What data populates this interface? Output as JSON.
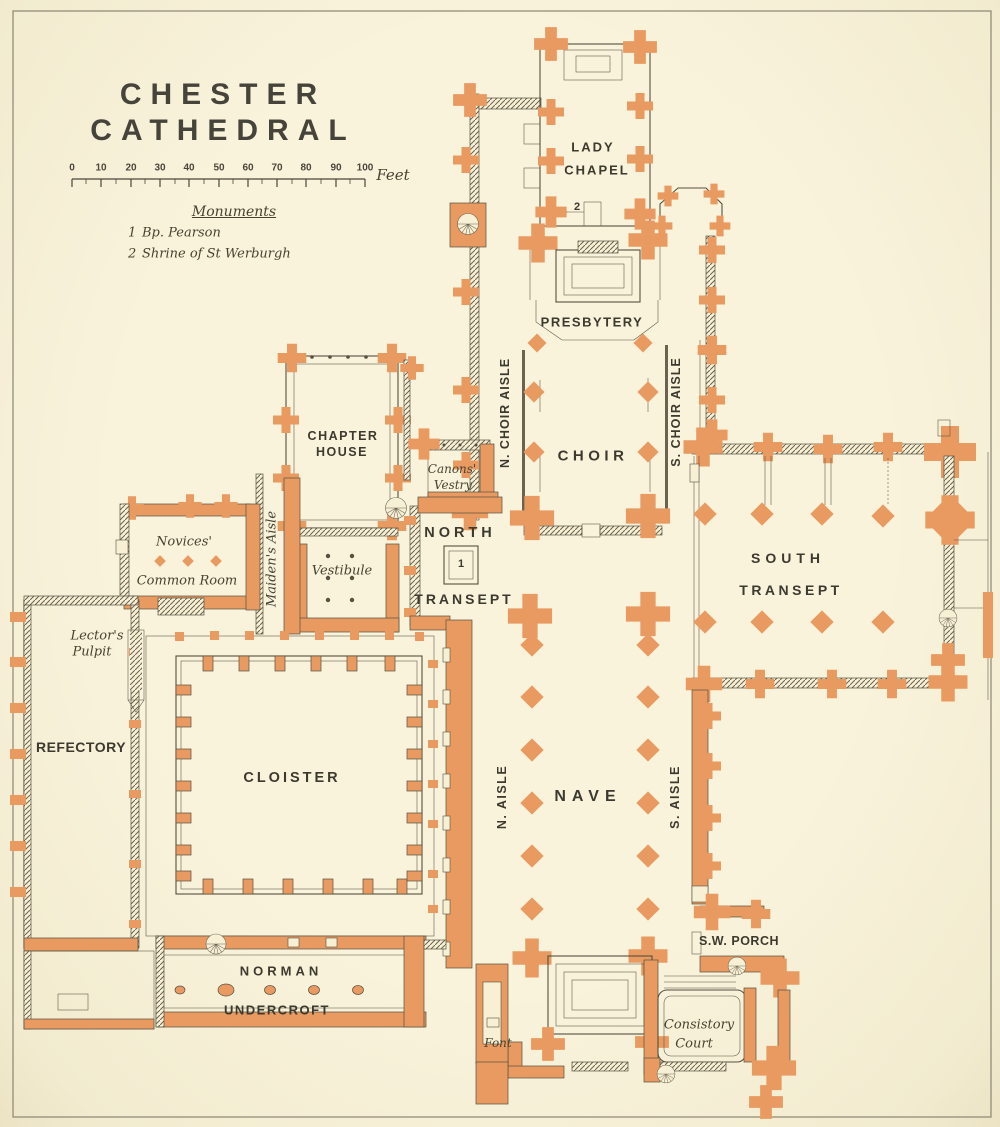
{
  "title": {
    "line1": "CHESTER",
    "line2": "CATHEDRAL"
  },
  "scale_bar": {
    "ticks": [
      "0",
      "10",
      "20",
      "30",
      "40",
      "50",
      "60",
      "70",
      "80",
      "90",
      "100"
    ],
    "unit": "Feet"
  },
  "legend": {
    "heading": "Monuments",
    "items": [
      {
        "num": "1",
        "name": "Bp. Pearson"
      },
      {
        "num": "2",
        "name": "Shrine of St Werburgh"
      }
    ]
  },
  "markers": {
    "monument_1": "1",
    "monument_2": "2"
  },
  "labels": {
    "lady_chapel_1": "LADY",
    "lady_chapel_2": "CHAPEL",
    "presbytery": "PRESBYTERY",
    "choir": "CHOIR",
    "n_choir_aisle": "N. CHOIR AISLE",
    "s_choir_aisle": "S. CHOIR AISLE",
    "canons_vestry_1": "Canons'",
    "canons_vestry_2": "Vestry",
    "chapter_house_1": "CHAPTER",
    "chapter_house_2": "HOUSE",
    "north_transept_1": "NORTH",
    "north_transept_2": "TRANSEPT",
    "maidens_aisle": "Maiden's Aisle",
    "vestibule": "Vestibule",
    "novices_1": "Novices'",
    "novices_2": "Common Room",
    "lectors_pulpit_1": "Lector's",
    "lectors_pulpit_2": "Pulpit",
    "refectory": "REFECTORY",
    "cloister": "CLOISTER",
    "nave": "NAVE",
    "n_aisle": "N. AISLE",
    "s_aisle": "S. AISLE",
    "south_transept_1": "SOUTH",
    "south_transept_2": "TRANSEPT",
    "sw_porch": "S.W. PORCH",
    "consistory_1": "Consistory",
    "consistory_2": "Court",
    "norman_1": "NORMAN",
    "norman_2": "UNDERCROFT",
    "font": "Font"
  },
  "colors": {
    "paper": "#f7f0d5",
    "masonry": "#e89a61",
    "ink": "#55503f"
  }
}
